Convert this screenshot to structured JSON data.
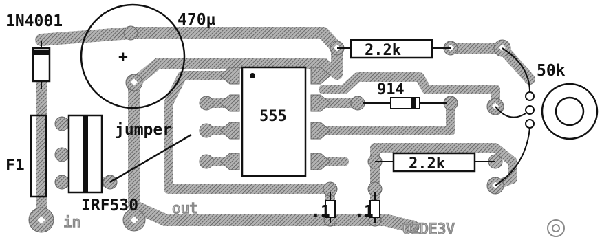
{
  "labels": {
    "diode_main": "1N4001",
    "capacitor": "470µ",
    "cap_plus": "+",
    "ic": "555",
    "diode_signal": "914",
    "resistor_top": "2.2k",
    "resistor_bottom": "2.2k",
    "pot": "50k",
    "jumper": "jumper",
    "fuse": "F1",
    "mosfet": "IRF530",
    "pad_out": "out",
    "pad_in": "in",
    "cap_small_left": ".1",
    "cap_small_right": ".1",
    "signature": "OZDE3V"
  },
  "colors": {
    "trace": "#9a9a9a",
    "trace_dark": "#6f6f6f",
    "ink": "#111111",
    "background": "#ffffff"
  }
}
